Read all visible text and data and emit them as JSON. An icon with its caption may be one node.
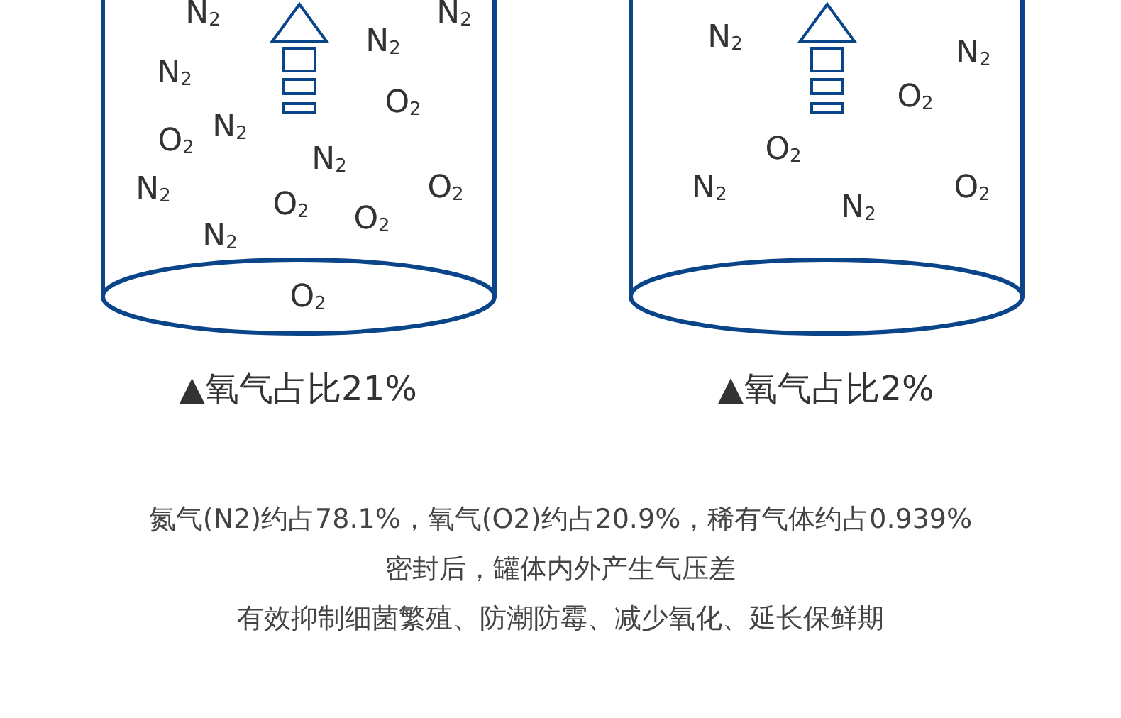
{
  "diagram": {
    "nodes": [
      {
        "text": [
          "N$_{2}$",
          "N$_{2}$",
          "N$_{2}$",
          "N$_{2}$",
          "O$_{2}$",
          "N$_{2}$",
          "O$_{2}$",
          "N$_{2}$",
          "N$_{2}$",
          "O$_{2}$",
          "O$_{2}$",
          "O$_{2}$",
          "N$_{2}$",
          "O$_{2}$"
        ],
        "beside": [
          "▲氧气占比21%"
        ]
      },
      {
        "text": [
          "N$_{2}$",
          "N$_{2}$",
          "O$_{2}$",
          "O$_{2}$",
          "N$_{2}$",
          "O$_{2}$",
          "N$_{2}$"
        ],
        "beside": [
          "▲氧气占比2%"
        ]
      }
    ],
    "labels": [
      "氮气(N2)约占78.1%，氧气(O2)约占20.9%，稀有气体约占0.939%",
      "密封后，罐体内外产生气压差",
      "有效抑制细菌繁殖、防潮防霉、减少氧化、延长保鲜期"
    ]
  }
}
